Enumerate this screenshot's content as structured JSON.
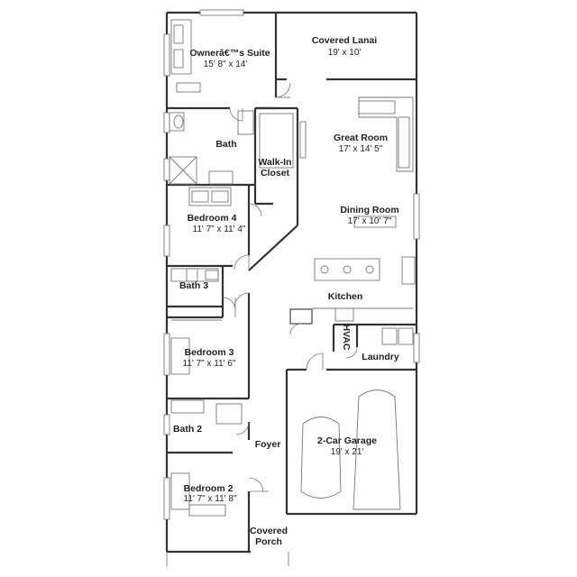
{
  "rooms": {
    "owners_suite": {
      "name": "Ownerâ€™s Suite",
      "dims": "15' 8\" x 14'"
    },
    "covered_lanai": {
      "name": "Covered Lanai",
      "dims": "19' x 10'"
    },
    "bath_main": {
      "name": "Bath"
    },
    "walk_in_closet": {
      "name_line1": "Walk-In",
      "name_line2": "Closet"
    },
    "great_room": {
      "name": "Great Room",
      "dims": "17' x 14' 5\""
    },
    "bedroom4": {
      "name": "Bedroom 4",
      "dims": "11' 7\" x 11' 4\""
    },
    "dining_room": {
      "name": "Dining Room",
      "dims": "17' x 10' 7\""
    },
    "bath3": {
      "name": "Bath 3"
    },
    "kitchen": {
      "name": "Kitchen"
    },
    "hvac": {
      "name": "HVAC"
    },
    "bedroom3": {
      "name": "Bedroom 3",
      "dims": "11' 7\" x 11' 6\""
    },
    "laundry": {
      "name": "Laundry"
    },
    "bath2": {
      "name": "Bath 2"
    },
    "foyer": {
      "name": "Foyer"
    },
    "garage": {
      "name": "2-Car Garage",
      "dims": "19' x 21'"
    },
    "bedroom2": {
      "name": "Bedroom 2",
      "dims": "11' 7\" x 11' 8\""
    },
    "covered_porch": {
      "name_line1": "Covered",
      "name_line2": "Porch"
    }
  }
}
